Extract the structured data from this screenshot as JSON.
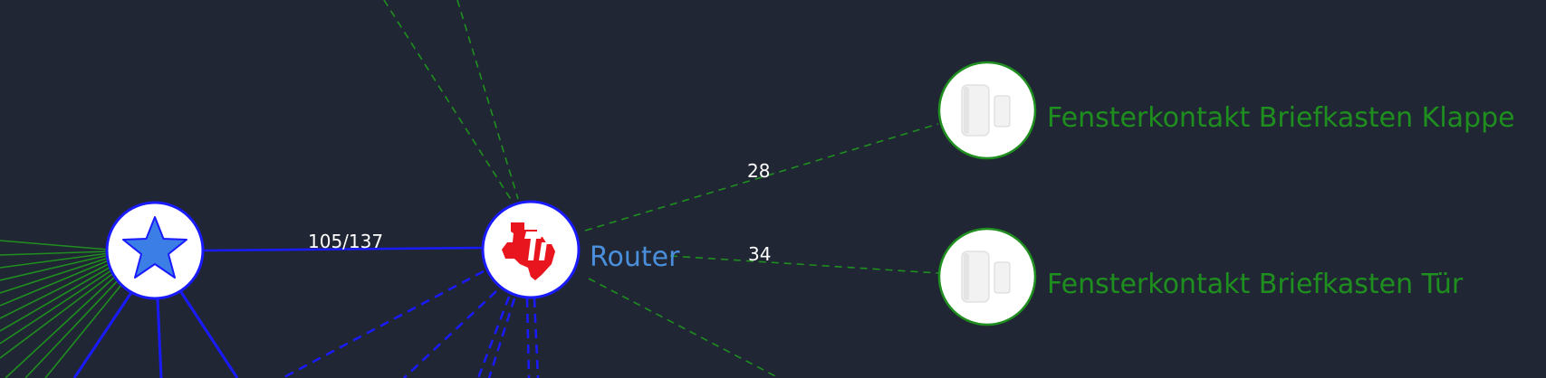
{
  "colors": {
    "background": "#212634",
    "coordinator": "#1a1aff",
    "router": "#1a1aff",
    "end_device": "#1e8f1e",
    "router_label": "#4a8fdc",
    "end_device_label": "#1e8f1e",
    "link_label": "#ffffff",
    "ti_logo": "#e8141e",
    "star_fill": "#3a7ee6"
  },
  "nodes": {
    "coordinator": {
      "icon": "star-icon"
    },
    "router": {
      "icon": "texas-instruments-logo",
      "label": "Router"
    },
    "device_klappe": {
      "icon": "door-window-sensor-icon",
      "label": "Fensterkontakt Briefkasten Klappe"
    },
    "device_tuer": {
      "icon": "door-window-sensor-icon",
      "label": "Fensterkontakt Briefkasten Tür"
    }
  },
  "links": {
    "coordinator_router": "105/137",
    "router_klappe": "28",
    "router_tuer": "34"
  }
}
